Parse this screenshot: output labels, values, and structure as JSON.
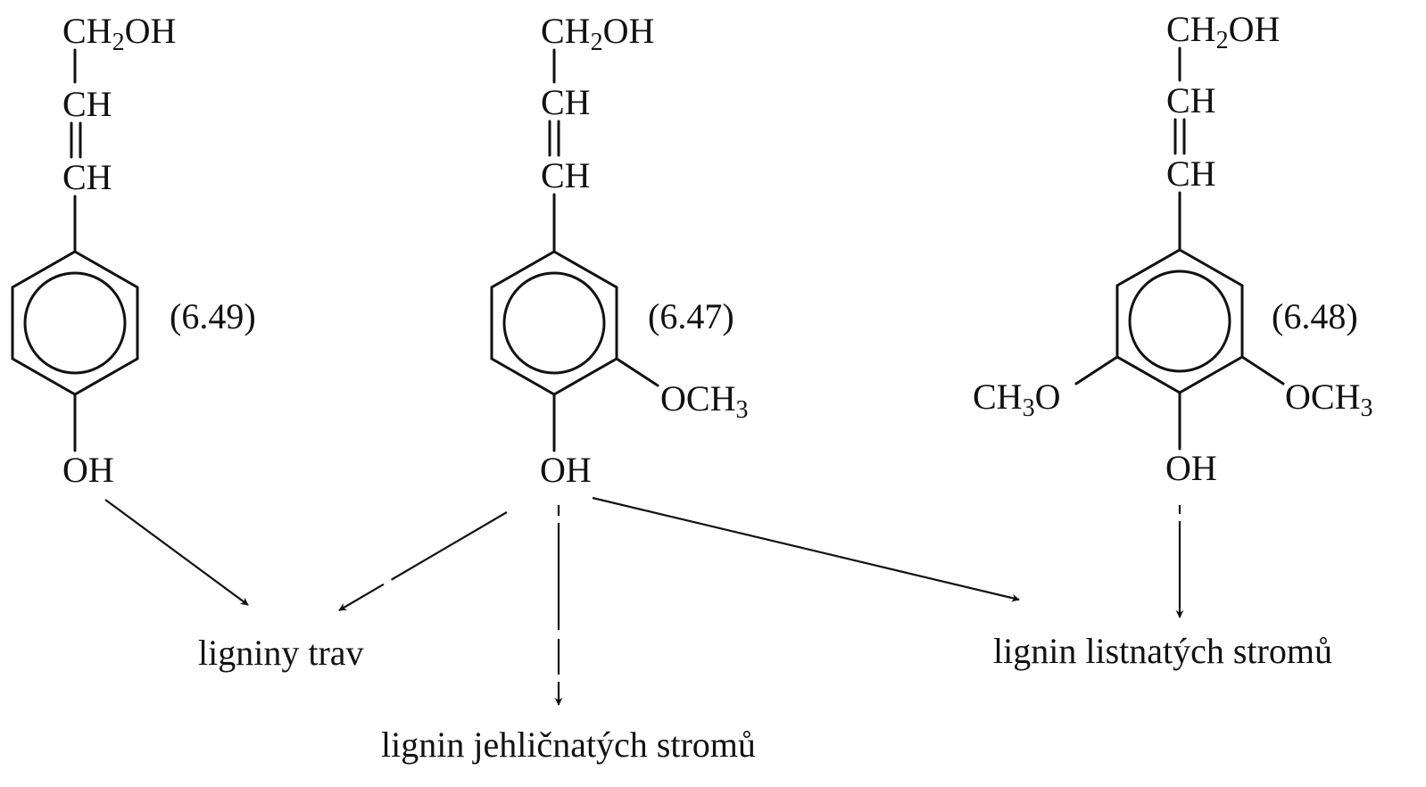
{
  "compounds": [
    {
      "id": "coumaryl",
      "number": "(6.49)",
      "chain_top": "CH",
      "chain_top_sub": "2",
      "chain_top_tail": "OH",
      "chain_mid": "CH",
      "chain_low": "CH",
      "para_group": "OH",
      "left_group": null,
      "right_group": null
    },
    {
      "id": "coniferyl",
      "number": "(6.47)",
      "chain_top": "CH",
      "chain_top_sub": "2",
      "chain_top_tail": "OH",
      "chain_mid": "CH",
      "chain_low": "CH",
      "para_group": "OH",
      "left_group": null,
      "right_group": {
        "main": "OCH",
        "sub": "3"
      }
    },
    {
      "id": "sinapyl",
      "number": "(6.48)",
      "chain_top": "CH",
      "chain_top_sub": "2",
      "chain_top_tail": "OH",
      "chain_mid": "CH",
      "chain_low": "CH",
      "para_group": "OH",
      "left_group": {
        "main": "CH",
        "sub": "3",
        "tail": "O"
      },
      "right_group": {
        "main": "OCH",
        "sub": "3"
      }
    }
  ],
  "products": {
    "grasses": "ligniny trav",
    "softwood": "lignin jehličnatých stromů",
    "hardwood": "lignin listnatých stromů"
  },
  "color": "#111111"
}
